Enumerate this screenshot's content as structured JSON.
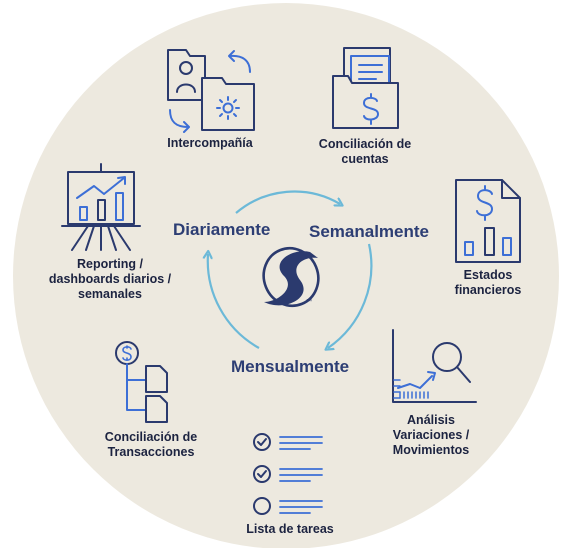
{
  "colors": {
    "background_circle": "#ede9df",
    "icon_dark": "#2b3a6e",
    "icon_blue": "#3d6fd6",
    "cycle_arrow": "#6cb9d8",
    "label_text": "#1c2340",
    "cycle_text": "#2d3e74"
  },
  "center_logo": {
    "icon": "stylized-s-logo-icon",
    "trademark": "™"
  },
  "cycle": {
    "labels": [
      "Diariamente",
      "Semanalmente",
      "Mensualmente"
    ]
  },
  "processes": [
    {
      "id": "intercompania",
      "icon": "folders-gear-icon",
      "lines": [
        "Intercompañía"
      ]
    },
    {
      "id": "conciliacion-cuentas",
      "icon": "folder-dollar-icon",
      "lines": [
        "Conciliación de",
        "cuentas"
      ]
    },
    {
      "id": "estados-financieros",
      "icon": "dollar-document-chart-icon",
      "lines": [
        "Estados",
        "financieros"
      ]
    },
    {
      "id": "analisis",
      "icon": "magnifier-chart-icon",
      "lines": [
        "Análisis",
        "Variaciones /",
        "Movimientos"
      ]
    },
    {
      "id": "lista-tareas",
      "icon": "checklist-icon",
      "lines": [
        "Lista de tareas"
      ]
    },
    {
      "id": "conciliacion-transacciones",
      "icon": "dollar-documents-tree-icon",
      "lines": [
        "Conciliación de",
        "Transacciones"
      ]
    },
    {
      "id": "reporting",
      "icon": "presentation-board-icon",
      "lines": [
        "Reporting /",
        "dashboards diarios /",
        "semanales"
      ]
    }
  ]
}
